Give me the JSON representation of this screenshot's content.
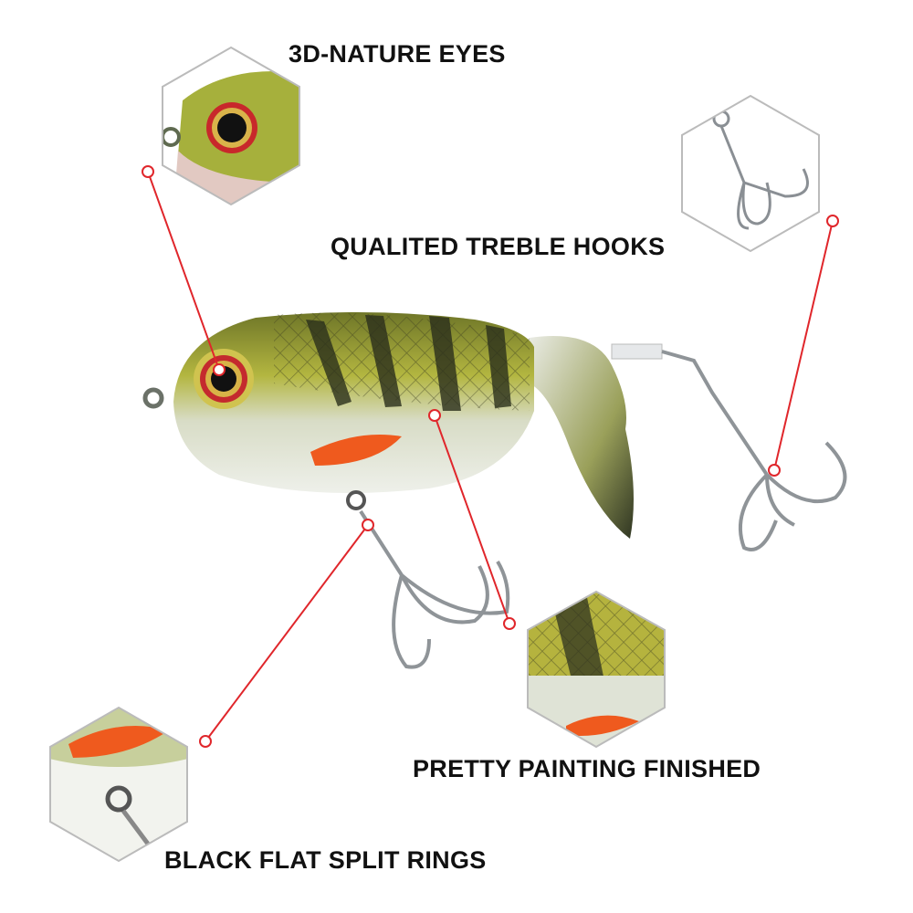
{
  "callouts": {
    "eyes": "3D-NATURE EYES",
    "hooks": "QUALITED TREBLE HOOKS",
    "painting": "PRETTY PAINTING FINISHED",
    "rings": "BLACK FLAT SPLIT RINGS"
  },
  "colors": {
    "callout_line": "#e0262b",
    "body_green": "#a8ad3e",
    "belly": "#e6eadf",
    "fin_orange": "#ef5a1e",
    "hex_border": "#bbbbbb"
  }
}
